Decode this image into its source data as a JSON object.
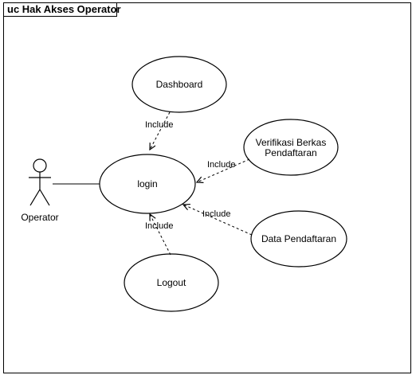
{
  "frame": {
    "title": "uc Hak Akses Operator"
  },
  "actor": {
    "name": "Operator"
  },
  "use_cases": {
    "dashboard": "Dashboard",
    "verifikasi_line1": "Verifikasi Berkas",
    "verifikasi_line2": "Pendaftaran",
    "login": "login",
    "data_pendaftaran": "Data Pendaftaran",
    "logout": "Logout"
  },
  "relations": {
    "dashboard_login": "Include",
    "verifikasi_login": "Include",
    "data_login": "Include",
    "logout_login": "Include"
  }
}
